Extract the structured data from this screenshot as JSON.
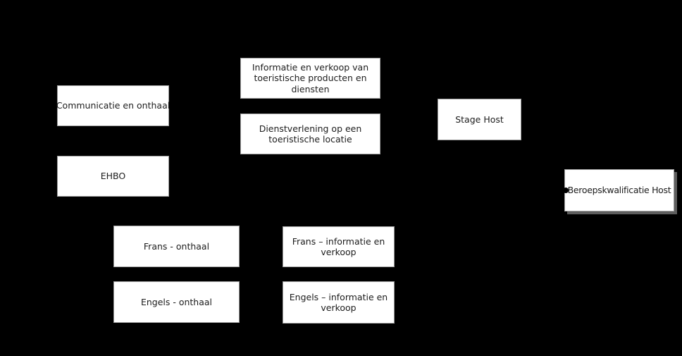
{
  "diagram": {
    "title": "course-module-diagram",
    "colors": {
      "background": "#000000",
      "box_fill": "#ffffff",
      "box_border": "#9d9d9d",
      "box_text": "#1c1c1c",
      "shadow": "#5e5e5e",
      "bullet": "#000000"
    },
    "icons": {
      "bullet_icon": "filled-circle"
    },
    "boxes": {
      "communicatie": {
        "label": "Communicatie en onthaal"
      },
      "ehbo": {
        "label": "EHBO"
      },
      "informatie_verkoop": {
        "label": "Informatie en verkoop van toeristische producten en diensten"
      },
      "dienstverlening": {
        "label": "Dienstverlening op een toeristische locatie"
      },
      "stage_host": {
        "label": "Stage Host"
      },
      "beroepskwalificatie": {
        "label": "Beroepskwalificatie Host"
      },
      "frans_onthaal": {
        "label": "Frans - onthaal"
      },
      "engels_onthaal": {
        "label": "Engels - onthaal"
      },
      "frans_informatie": {
        "label": "Frans – informatie en verkoop"
      },
      "engels_informatie": {
        "label": "Engels – informatie en verkoop"
      }
    }
  }
}
